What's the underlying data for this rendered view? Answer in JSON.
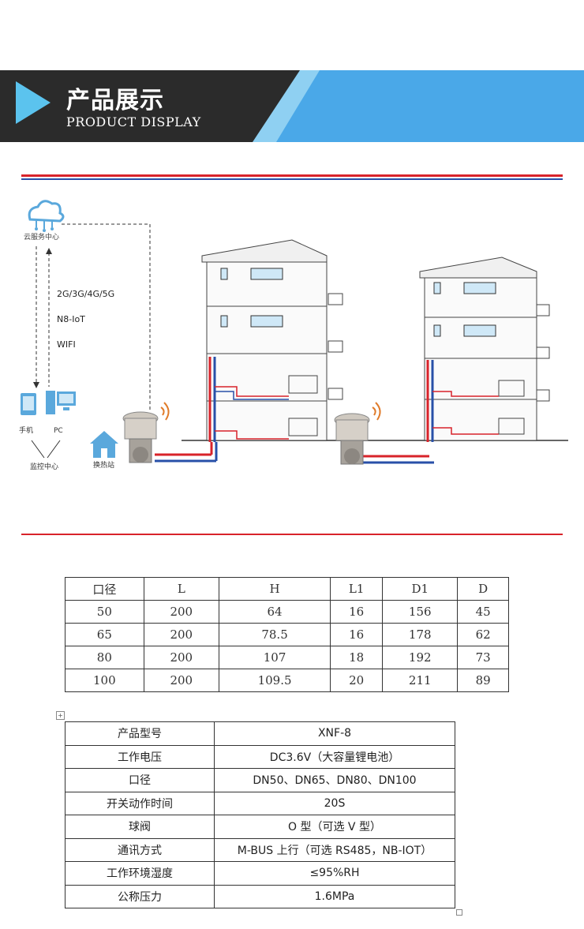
{
  "banner": {
    "title": "产品展示",
    "subtitle": "PRODUCT DISPLAY",
    "colors": {
      "dark": "#2b2b2b",
      "accent": "#4aa8e8",
      "light": "#8fd0f2"
    }
  },
  "diagram": {
    "cloud_label": "云服务中心",
    "networks": [
      "2G/3G/4G/5G",
      "N8-IoT",
      "WIFI"
    ],
    "device_left": "手机",
    "device_right": "PC",
    "monitor_label": "监控中心",
    "station_label": "换热站"
  },
  "dims_table": {
    "headers": [
      "口径",
      "L",
      "H",
      "L1",
      "D1",
      "D"
    ],
    "rows": [
      [
        "50",
        "200",
        "64",
        "16",
        "156",
        "45"
      ],
      [
        "65",
        "200",
        "78.5",
        "16",
        "178",
        "62"
      ],
      [
        "80",
        "200",
        "107",
        "18",
        "192",
        "73"
      ],
      [
        "100",
        "200",
        "109.5",
        "20",
        "211",
        "89"
      ]
    ]
  },
  "spec_table": {
    "rows": [
      [
        "产品型号",
        "XNF-8"
      ],
      [
        "工作电压",
        "DC3.6V（大容量锂电池）"
      ],
      [
        "口径",
        "DN50、DN65、DN80、DN100"
      ],
      [
        "开关动作时间",
        "20S"
      ],
      [
        "球阀",
        "O 型（可选 V 型）"
      ],
      [
        "通讯方式",
        "M-BUS 上行（可选 RS485，NB-IOT）"
      ],
      [
        "工作环境湿度",
        "≤95%RH"
      ],
      [
        "公称压力",
        "1.6MPa"
      ]
    ]
  }
}
